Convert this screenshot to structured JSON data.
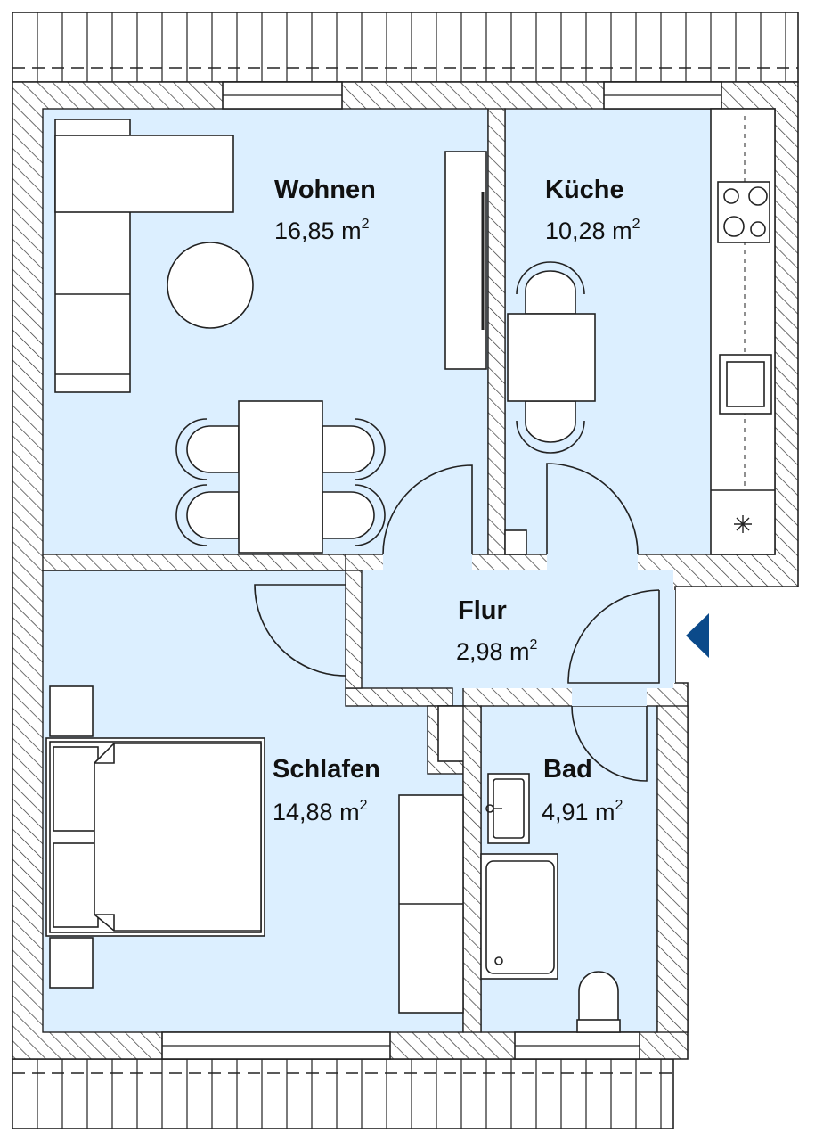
{
  "plan": {
    "colors": {
      "room_fill": "#dcefff",
      "wall_hatch": "#333333",
      "line": "#222222",
      "entrance_marker": "#0b4a8a"
    },
    "rooms": [
      {
        "id": "wohnen",
        "name": "Wohnen",
        "area": "16,85 m",
        "unit_exp": "2"
      },
      {
        "id": "kueche",
        "name": "Küche",
        "area": "10,28 m",
        "unit_exp": "2"
      },
      {
        "id": "flur",
        "name": "Flur",
        "area": "2,98 m",
        "unit_exp": "2"
      },
      {
        "id": "schlafen",
        "name": "Schlafen",
        "area": "14,88 m",
        "unit_exp": "2"
      },
      {
        "id": "bad",
        "name": "Bad",
        "area": "4,91 m",
        "unit_exp": "2"
      }
    ],
    "entrance_marker_icon": "triangle-left-icon"
  }
}
